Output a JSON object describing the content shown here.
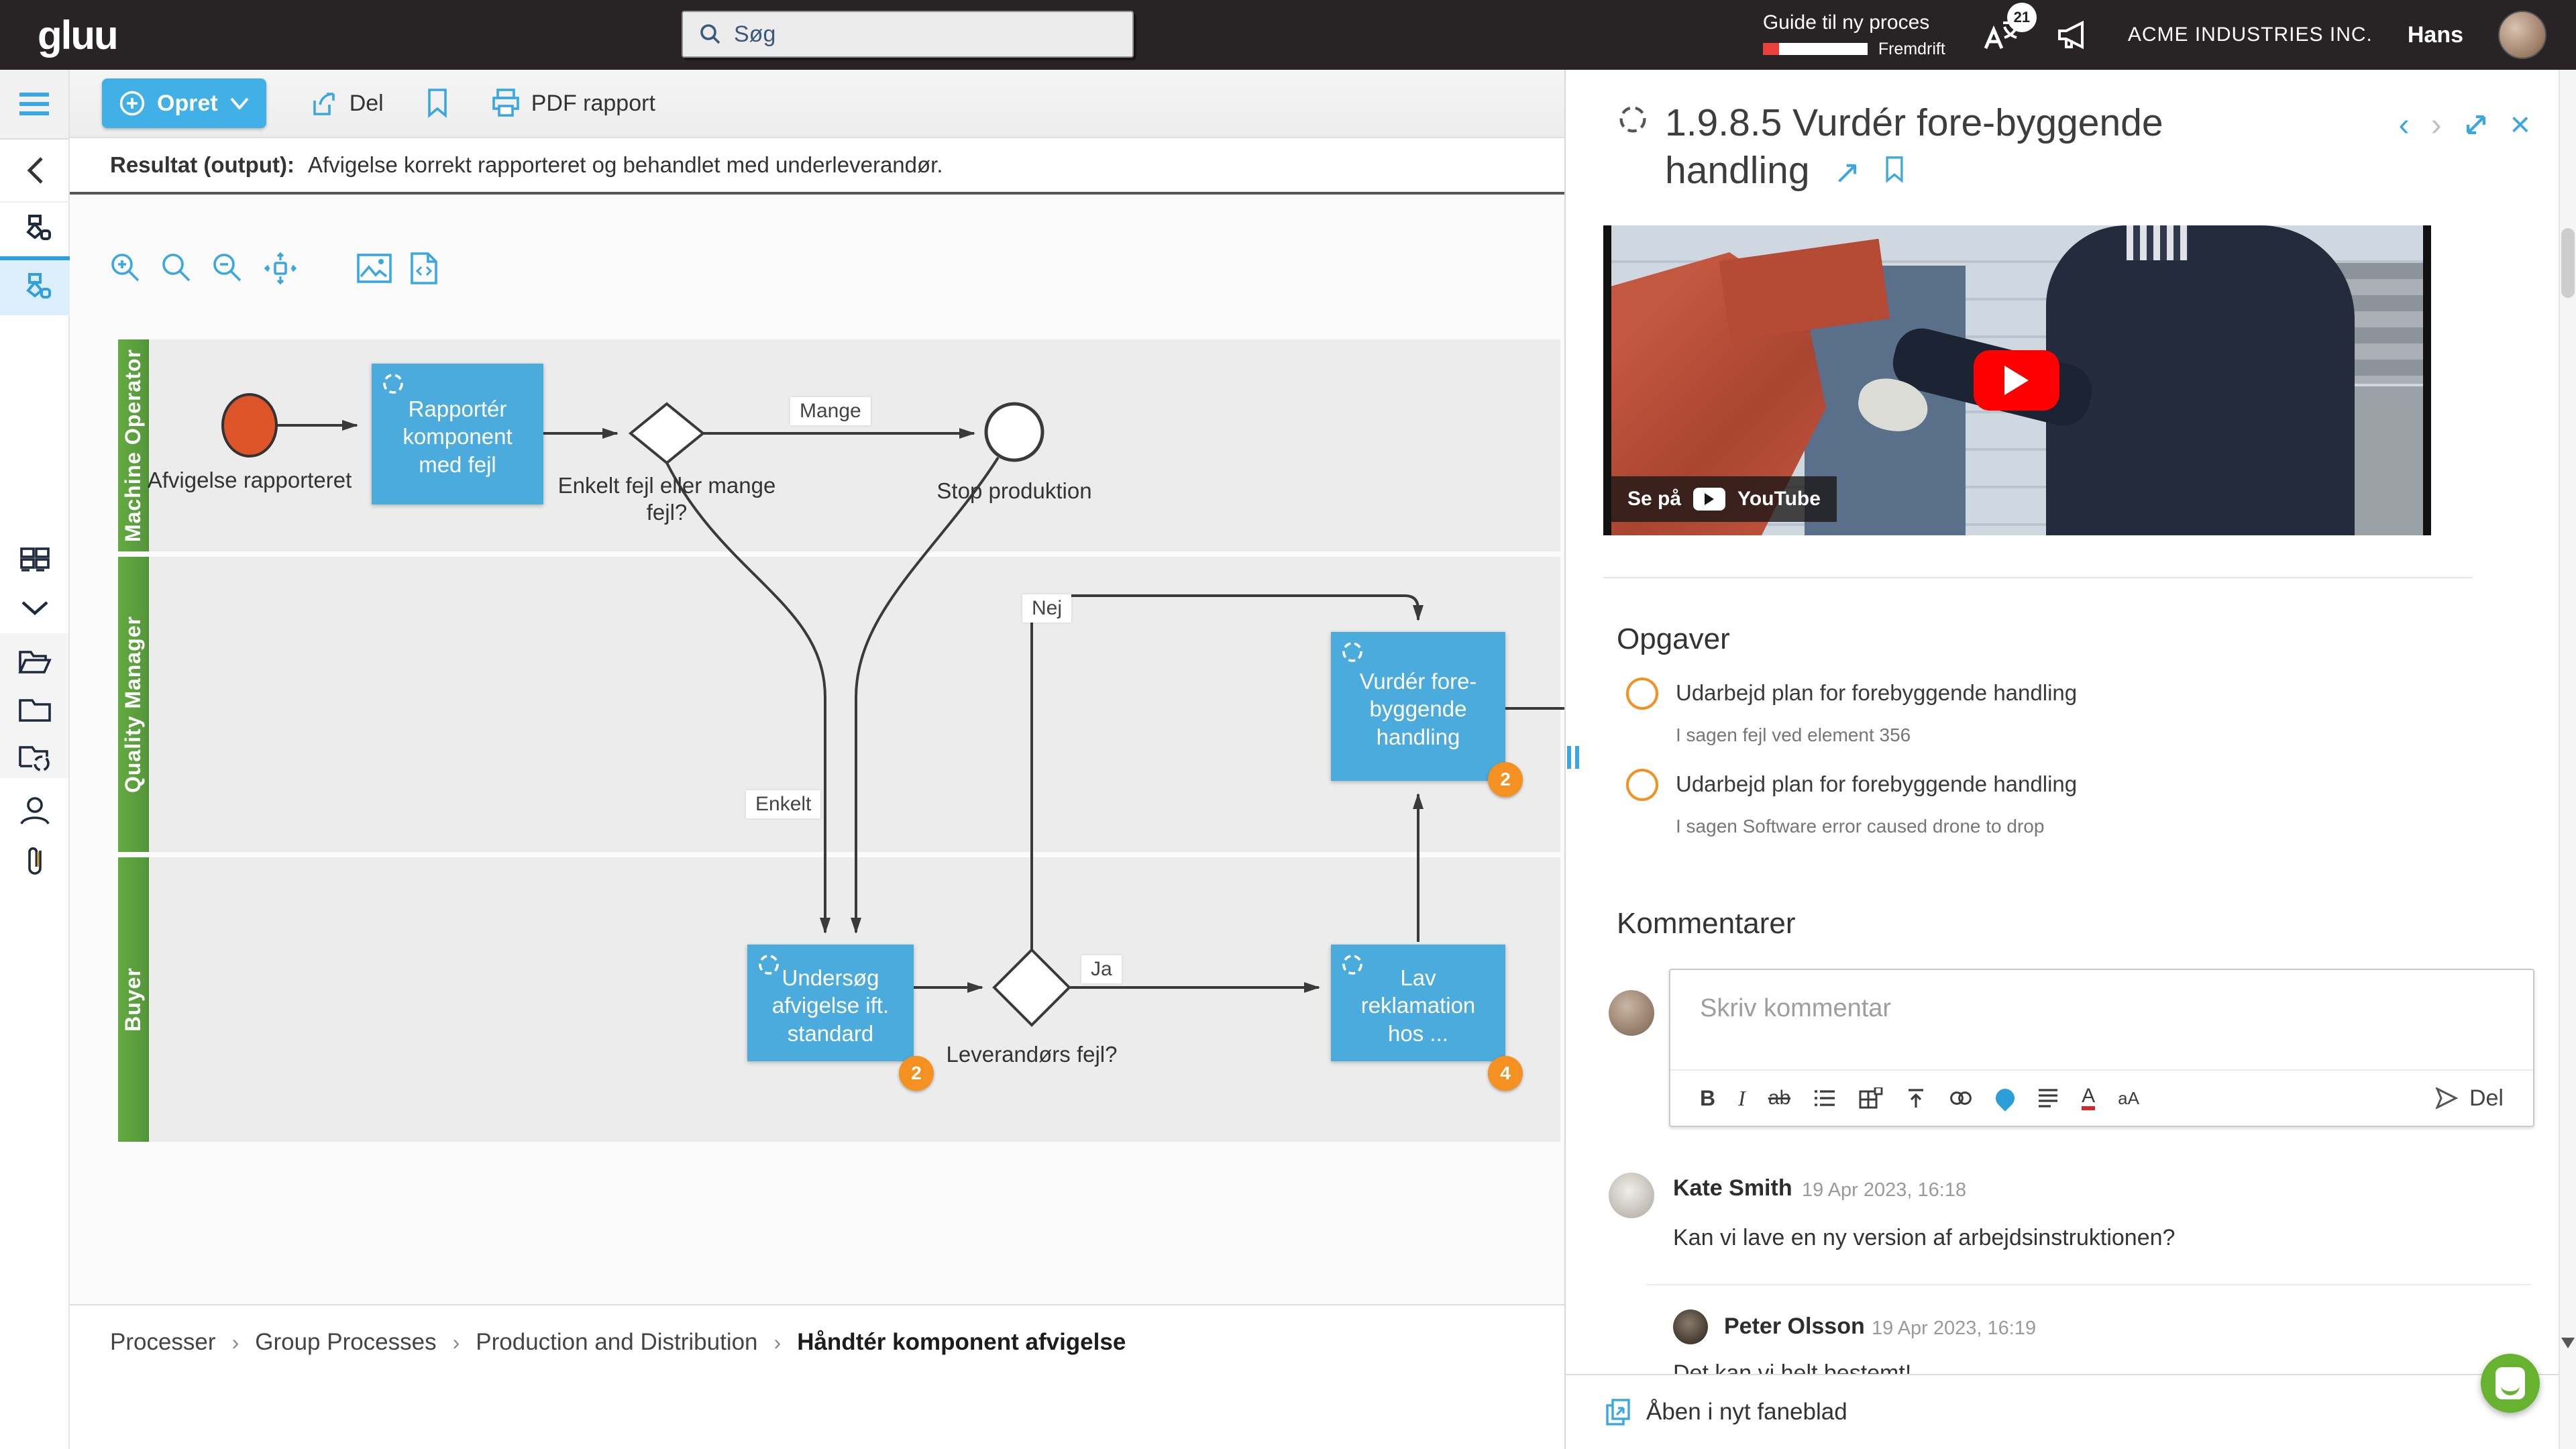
{
  "topbar": {
    "logo": "gluu",
    "search_placeholder": "Søg",
    "guide_title": "Guide til ny proces",
    "guide_progress_label": "Fremdrift",
    "notification_count": "21",
    "company": "ACME INDUSTRIES INC.",
    "user_name": "Hans"
  },
  "toolbar": {
    "create_label": "Opret",
    "share_label": "Del",
    "pdf_label": "PDF rapport"
  },
  "result_bar": {
    "label": "Resultat (output):",
    "value": "Afvigelse korrekt rapporteret og behandlet med underleverandør."
  },
  "diagram": {
    "lanes": [
      "Machine Operator",
      "Quality Manager",
      "Buyer"
    ],
    "start_event": "Afvigelse rapporteret",
    "task_report": "Rapportér komponent med fejl",
    "gateway1": "Enkelt fejl eller mange fejl?",
    "label_mange": "Mange",
    "end_event": "Stop produktion",
    "label_nej": "Nej",
    "label_enkelt": "Enkelt",
    "task_vurder": "Vurdér fore-byggende handling",
    "task_vurder_badge": "2",
    "task_undersog": "Undersøg afvigelse ift. standard",
    "task_undersog_badge": "2",
    "gateway2": "Leverandørs fejl?",
    "label_ja": "Ja",
    "task_lav": "Lav reklamation hos ...",
    "task_lav_badge": "4"
  },
  "breadcrumb": {
    "items": [
      "Processer",
      "Group Processes",
      "Production and Distribution"
    ],
    "current": "Håndtér komponent afvigelse"
  },
  "panel": {
    "title": "1.9.8.5 Vurdér fore-byggende handling",
    "video": {
      "watch_label": "Se på",
      "brand": "YouTube"
    },
    "tasks_heading": "Opgaver",
    "tasks": [
      {
        "label": "Udarbejd plan for forebyggende handling",
        "sub": "I sagen fejl ved element 356"
      },
      {
        "label": "Udarbejd plan for forebyggende handling",
        "sub": "I sagen Software error caused drone to drop"
      }
    ],
    "comments_heading": "Kommentarer",
    "composer_placeholder": "Skriv kommentar",
    "composer_send": "Del",
    "comments": [
      {
        "name": "Kate Smith",
        "time": "19 Apr 2023, 16:18",
        "text": "Kan vi lave en ny version af arbejdsinstruktionen?"
      },
      {
        "name": "Peter Olsson",
        "time": "19 Apr 2023, 16:19",
        "text": "Det kan vi helt bestemt!"
      }
    ],
    "open_new_tab": "Åben i nyt faneblad"
  },
  "colors": {
    "accent_blue": "#3aa7e3",
    "lane_green": "#5ea83e",
    "task_blue": "#4aabdc",
    "badge_orange": "#F59120",
    "start_event_red": "#DC5427",
    "youtube_red": "#FF0000",
    "chat_green": "#67b22f"
  }
}
